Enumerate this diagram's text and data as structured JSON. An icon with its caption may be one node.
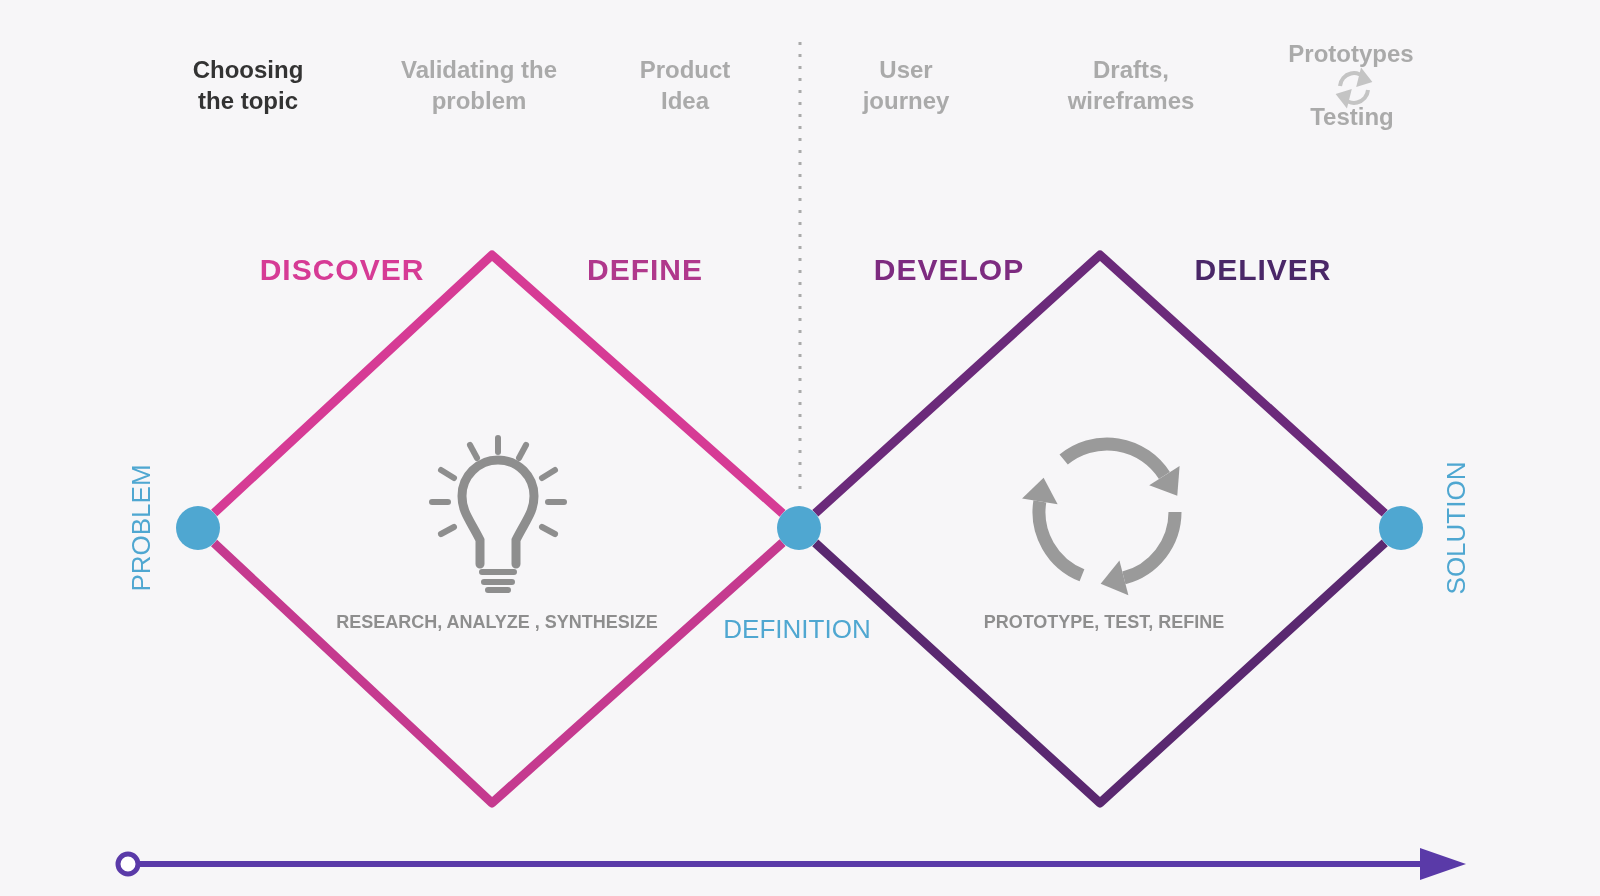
{
  "diagram": {
    "nodes": [
      {
        "text": [],
        "shape": "circle",
        "beside": [
          "PROBLEM"
        ]
      },
      {
        "text": [],
        "shape": "circle",
        "beside": [
          "DEFINITION"
        ]
      },
      {
        "text": [],
        "shape": "circle",
        "beside": [
          "SOLUTION"
        ]
      }
    ],
    "edges": [
      {
        "from": 0,
        "to": 1,
        "arrow": "none",
        "color": "#d63b95"
      },
      {
        "from": 0,
        "to": 1,
        "arrow": "none",
        "color": "#c53a8f"
      },
      {
        "from": 1,
        "to": 2,
        "arrow": "none",
        "color": "#6b2a7a"
      },
      {
        "from": 1,
        "to": 2,
        "arrow": "none",
        "color": "#5a2870"
      }
    ],
    "labels": [
      "Choosing the topic",
      "Validating the problem",
      "Product Idea",
      "User journey",
      "Drafts, wireframes",
      "Prototypes",
      "Testing",
      "DISCOVER",
      "DEFINE",
      "DEVELOP",
      "DELIVER",
      "RESEARCH, ANALYZE , SYNTHESIZE",
      "PROTOTYPE, TEST, REFINE"
    ]
  }
}
